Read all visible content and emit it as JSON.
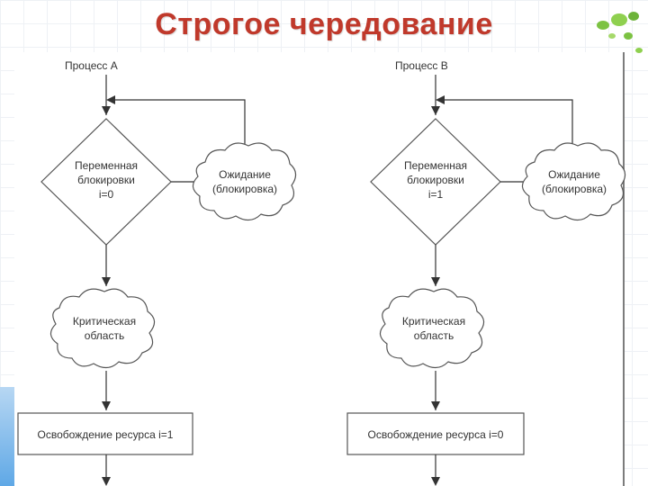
{
  "title": "Строгое чередование",
  "colors": {
    "title": "#c0392b",
    "line": "#333333",
    "accent": "#5fa8e6",
    "deco": "#7cc242"
  },
  "process_a": {
    "name": "Процесс А",
    "decision": [
      "Переменная",
      "блокировки",
      "i=0"
    ],
    "wait": [
      "Ожидание",
      "(блокировка)"
    ],
    "critical": [
      "Критическая",
      "область"
    ],
    "release": "Освобождение ресурса i=1"
  },
  "process_b": {
    "name": "Процесс В",
    "decision": [
      "Переменная",
      "блокировки",
      "i=1"
    ],
    "wait": [
      "Ожидание",
      "(блокировка)"
    ],
    "critical": [
      "Критическая",
      "область"
    ],
    "release": "Освобождение ресурса i=0"
  }
}
